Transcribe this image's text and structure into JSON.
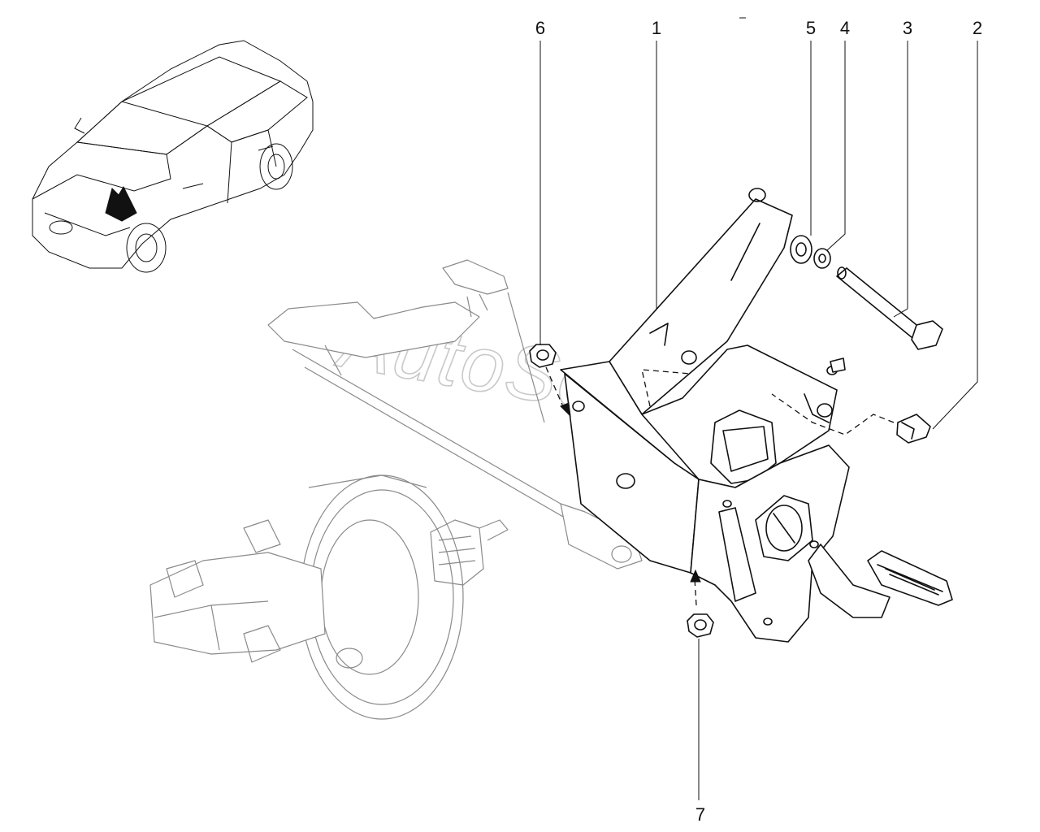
{
  "watermark": "AutoSoft",
  "callouts": {
    "c1": "1",
    "c2": "2",
    "c3": "3",
    "c4": "4",
    "c5": "5",
    "c6": "6",
    "c7": "7"
  },
  "colors": {
    "line": "#111111",
    "ghost": "#8a8a8a",
    "watermark": "#c9c9c9"
  }
}
